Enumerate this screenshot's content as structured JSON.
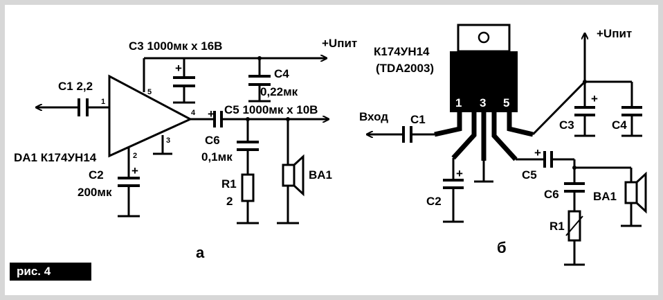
{
  "figure_label": "рис. 4",
  "schematic_a": {
    "caption": "а",
    "supply_label": "+Uпит",
    "c1": "C1 2,2",
    "c2": "C2",
    "c2_value": "200мк",
    "c3": "C3 1000мк х 16В",
    "c4": "C4",
    "c4_value": "0,22мк",
    "c5": "C5 1000мк х 10В",
    "c6": "C6",
    "c6_value": "0,1мк",
    "r1": "R1",
    "r1_value": "2",
    "ba1": "BA1",
    "da1": "DA1 К174УН14",
    "pins": [
      "1",
      "2",
      "3",
      "4",
      "5"
    ],
    "plus": "+"
  },
  "schematic_b": {
    "caption": "б",
    "supply_label": "+Uпит",
    "ic_name": "К174УН14",
    "ic_alt": "(TDA2003)",
    "input_label": "Вход",
    "c1": "C1",
    "c2": "C2",
    "c3": "C3",
    "c4": "C4",
    "c5": "C5",
    "c6": "C6",
    "r1": "R1",
    "ba1": "BA1",
    "pins": [
      "1",
      "3",
      "5"
    ],
    "plus": "+"
  }
}
